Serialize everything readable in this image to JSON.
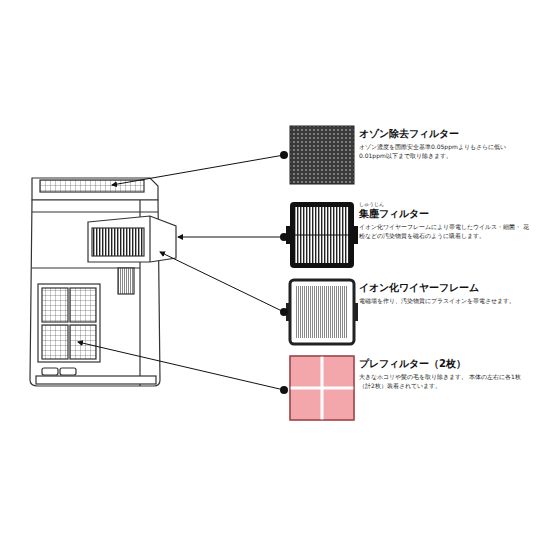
{
  "diagram": {
    "labels": [
      "オゾン除去フィルター",
      "オゾン濃度を国際安全基準0.05ppmよりもさらに低い 0.01ppm以下まで取り除きます。",
      "しゅうじん",
      "集塵フィルター",
      "イオン化ワイヤーフレームにより帯電したウイルス・細菌・ 花粉などの汚染物質を磁石のように吸着します。",
      "イオン化ワイヤーフレーム",
      "電磁場を作り、汚染物質にプラスイオンを帯電させます。",
      "プレフィルター（2枚）",
      "大きなホコリや髪の毛を取り除きます。 本体の左右に各1枚（計2枚）装着されています。"
    ]
  }
}
